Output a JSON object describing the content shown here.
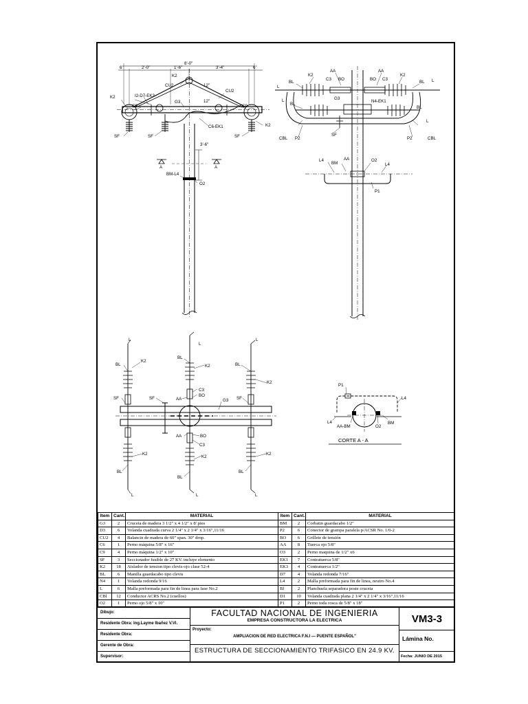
{
  "labels": {
    "front": {
      "dim_total": "8'-0\"",
      "dim_6a": "6\"",
      "dim_20": "2'-0\"",
      "dim_16": "1'-6\"",
      "dim_34": "3'-4\"",
      "dim_6b": "6\"",
      "dim_12a": "12\"",
      "dim_12b": "12\"",
      "dim_36": "3'-6\"",
      "k2_top": "K2",
      "k2_left": "K2",
      "k2_right": "K2",
      "cu2_left": "CU2",
      "cu2_right": "CU2",
      "i2d7ek3": "I2-D7-EK3",
      "c9_left": "C9",
      "c9_right": "C9",
      "g3": "G3",
      "c6ek1": "C6-EK1",
      "sf1": "SF",
      "sf2": "SF",
      "sf3": "SF",
      "bml4": "BM-L4",
      "o2": "O2",
      "sect_a1": "A",
      "sect_a2": "A"
    },
    "side": {
      "aa1": "AA",
      "aa2": "AA",
      "k2l": "K2",
      "k2r": "K2",
      "c3l": "C3",
      "c3r": "C3",
      "bo1": "BO",
      "bo2": "BO",
      "bl1": "BL",
      "bl2": "BL",
      "l1": "L",
      "l2": "L",
      "g3": "G3",
      "n4ek1": "N4-EK1",
      "bl3": "BL",
      "bl4": "BL",
      "l3": "L",
      "l4": "L",
      "cbl1": "CBL",
      "cbl2": "CBL",
      "p2a": "P2",
      "p2b": "P2",
      "sf": "SF",
      "l4a": "L4",
      "bm": "BM",
      "aa3": "AA",
      "o2": "O2",
      "l4b": "L4",
      "p1": "P1"
    },
    "plan": {
      "l1": "L",
      "l2": "L",
      "l3": "L",
      "bl1": "BL",
      "bl2": "BL",
      "bl3": "BL",
      "k2a": "K2",
      "k2b": "K2",
      "k2c": "K2",
      "sf1": "SF",
      "sf2": "SF",
      "sf3": "SF",
      "aa1": "AA",
      "c3a": "C3",
      "bo1": "BO",
      "g3": "G3",
      "aa2": "AA",
      "bo2": "BO",
      "c3b": "C3",
      "k2d": "K2",
      "k2e": "K2",
      "k2f": "K2",
      "bl4": "BL",
      "bl5": "BL",
      "bl6": "BL",
      "l4": "L",
      "l5": "L",
      "l6": "L"
    },
    "section": {
      "p1": "P1",
      "l4a": "L4",
      "l4b": "L4",
      "aabm": "AA-BM",
      "o2": "O2",
      "bm": "BM",
      "title": "CORTE  A  -  A"
    }
  },
  "table": {
    "headers": [
      "Item",
      "Cant.",
      "MATERIAL",
      "Item",
      "Cant.",
      "MATERIAL"
    ],
    "rows": [
      [
        "G3",
        "2",
        "Cruceta de madera 3 1/2\" x 4 1/2\" x 8' pies",
        "BM",
        "2",
        "Corbatin guardacabo 1/2\""
      ],
      [
        "D3",
        "6",
        "Volanda cuadrada curva 2 1/4\" x 2 1/4\" x 3/16\",11/16",
        "P2",
        "6",
        "Conector de grampa paralela p/ACSR No. 1/0-2"
      ],
      [
        "CU2",
        "4",
        "Balancin de madera de 60\" span. 30\" drop.",
        "BO",
        "6",
        "Grillete de tensión"
      ],
      [
        "C6",
        "1",
        "Perno máquina 5/8\" x 16\"",
        "AA",
        "8",
        "Tuerca ojo 5/8\""
      ],
      [
        "C9",
        "4",
        "Perno máquina 1/2\" x 10\"",
        "O3",
        "2",
        "Perno maquina de 1/2\" x6"
      ],
      [
        "SF",
        "3",
        "Seccionador fusible de 27 KV. incluye elemento",
        "EK1",
        "7",
        "Contratuerca 5/8\""
      ],
      [
        "K2",
        "18",
        "Aislador de tension  tipo clevis-ojo clase 52-4",
        "EK3",
        "4",
        "Contratuerca 1/2\""
      ],
      [
        "BL",
        "6",
        "Manilla guardacabo tipo clevis",
        "D7",
        "4",
        "Volanda redonda 7/16\""
      ],
      [
        "N4",
        "1",
        "Volanda redonda 9/16",
        "L4",
        "2",
        "Malla preformada para fin de linea, neutro No.4"
      ],
      [
        "L",
        "6",
        "Malla preformada para fin de linea para fase No.2",
        "Bl",
        "2",
        "Planchuela separadora poste cruceta"
      ],
      [
        "CBl",
        "12",
        "Conductor ACRS No.2 (cuellos)",
        "D1",
        "10",
        "Volanda cuadrada plana 2 1/4\" x 2 1/4\" x 3/16\",11/16"
      ],
      [
        "O2",
        "1",
        "Perno ojo 5/8\" x 10\"",
        "P1",
        "2",
        "Perno toda rosca de 5/8\" x 18\""
      ]
    ]
  },
  "titleblock": {
    "dibujo": "Dibujo:",
    "residente1": "Residente Obra:   Ing.Layme Ibañez V.Vl.",
    "residente2": "Residente Obra:",
    "gerente": "Gerente de Obra:",
    "supervisor": "Supervisor:",
    "institution": "FACULTAD  NACIONAL  DE  INGENIERIA",
    "company": "EMPRESA CONSTRUCTORA LA ELECTRICA",
    "proyecto_label": "Proyecto:",
    "proyecto": "AMPLIACION  DE  RED  ELECTRICA  F.N.I  —  PUENTE  ESPAÑOL\"",
    "drawing_title": "ESTRUCTURA  DE  SECCIONAMIENTO  TRIFASICO  EN  24.9  KV.",
    "sheet_code": "VM3-3",
    "lamina": "Lámina No.",
    "fecha": "Fecha: JUNIO DE 2015"
  }
}
